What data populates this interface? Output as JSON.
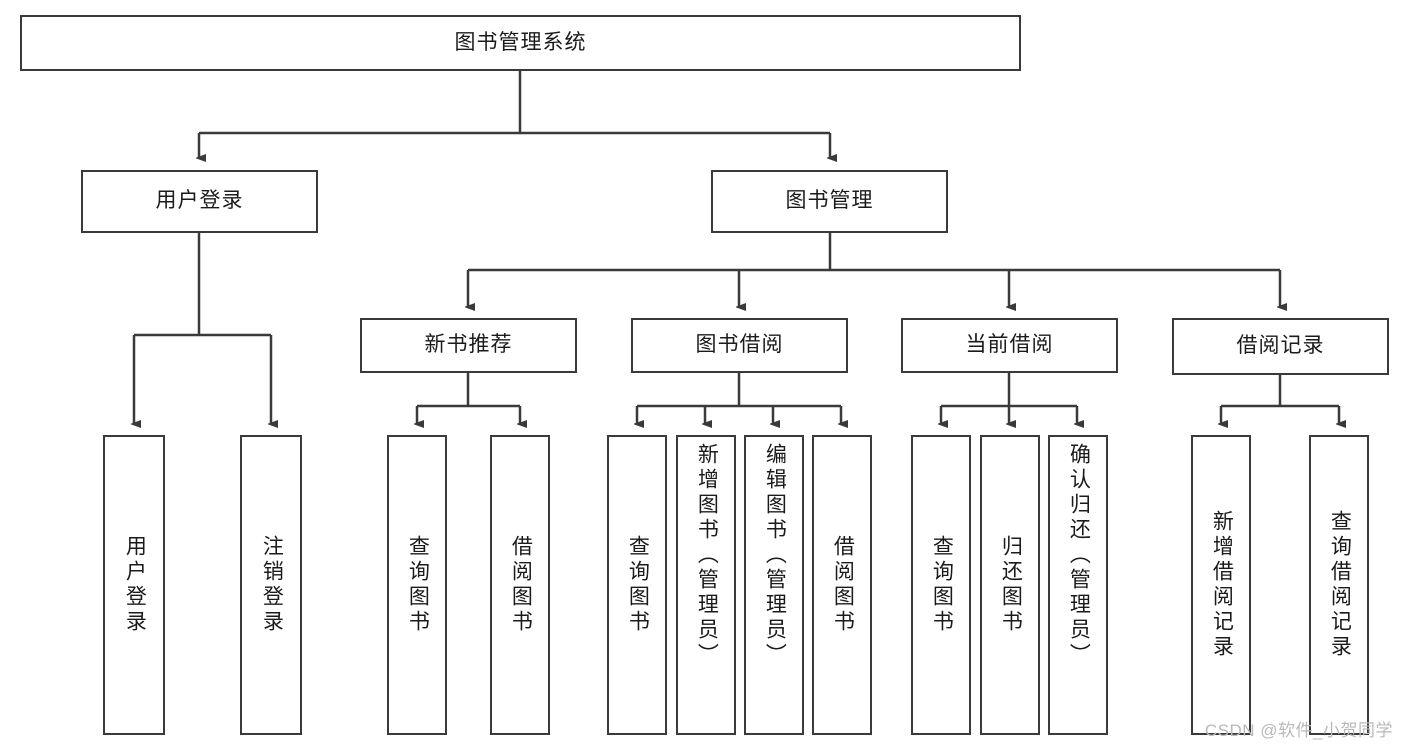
{
  "diagram": {
    "title": "图书管理系统",
    "type": "tree",
    "root": {
      "id": "root",
      "label": "图书管理系统",
      "orientation": "horizontal"
    },
    "level1": [
      {
        "id": "user-login",
        "label": "用户登录",
        "orientation": "horizontal"
      },
      {
        "id": "book-manage",
        "label": "图书管理",
        "orientation": "horizontal"
      }
    ],
    "level2": [
      {
        "id": "new-book-recommend",
        "label": "新书推荐",
        "orientation": "horizontal",
        "parent": "book-manage"
      },
      {
        "id": "book-borrow",
        "label": "图书借阅",
        "orientation": "horizontal",
        "parent": "book-manage"
      },
      {
        "id": "current-borrow",
        "label": "当前借阅",
        "orientation": "horizontal",
        "parent": "book-manage"
      },
      {
        "id": "borrow-record",
        "label": "借阅记录",
        "orientation": "horizontal",
        "parent": "book-manage"
      }
    ],
    "leaves": [
      {
        "id": "leaf-user-login",
        "label": "用户登录",
        "orientation": "vertical",
        "parent": "user-login"
      },
      {
        "id": "leaf-logout",
        "label": "注销登录",
        "orientation": "vertical",
        "parent": "user-login"
      },
      {
        "id": "leaf-query-book-1",
        "label": "查询图书",
        "orientation": "vertical",
        "parent": "new-book-recommend"
      },
      {
        "id": "leaf-borrow-book-1",
        "label": "借阅图书",
        "orientation": "vertical",
        "parent": "new-book-recommend"
      },
      {
        "id": "leaf-query-book-2",
        "label": "查询图书",
        "orientation": "vertical",
        "parent": "book-borrow"
      },
      {
        "id": "leaf-add-book",
        "label": "新增图书（管理员）",
        "orientation": "vertical",
        "parent": "book-borrow"
      },
      {
        "id": "leaf-edit-book",
        "label": "编辑图书（管理员）",
        "orientation": "vertical",
        "parent": "book-borrow"
      },
      {
        "id": "leaf-borrow-book-2",
        "label": "借阅图书",
        "orientation": "vertical",
        "parent": "book-borrow"
      },
      {
        "id": "leaf-query-book-3",
        "label": "查询图书",
        "orientation": "vertical",
        "parent": "current-borrow"
      },
      {
        "id": "leaf-return-book",
        "label": "归还图书",
        "orientation": "vertical",
        "parent": "current-borrow"
      },
      {
        "id": "leaf-confirm-return",
        "label": "确认归还（管理员）",
        "orientation": "vertical",
        "parent": "current-borrow"
      },
      {
        "id": "leaf-add-record",
        "label": "新增借阅记录",
        "orientation": "vertical",
        "parent": "borrow-record"
      },
      {
        "id": "leaf-query-record",
        "label": "查询借阅记录",
        "orientation": "vertical",
        "parent": "borrow-record"
      }
    ]
  },
  "watermark": {
    "text": "CSDN @软件_小贺同学"
  },
  "colors": {
    "border": "#3a3a3a",
    "text": "#1b1b1b",
    "background": "#ffffff",
    "watermark": "#b9b9b9"
  }
}
